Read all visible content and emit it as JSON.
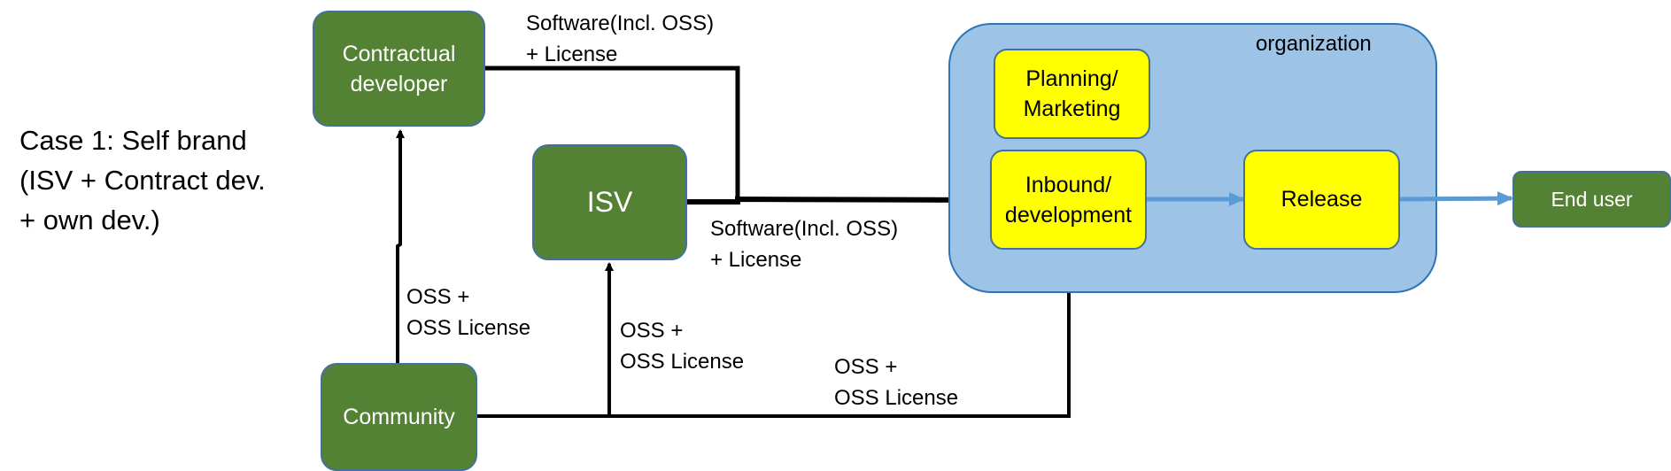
{
  "case_title": "Case 1: Self brand\n(ISV + Contract dev.\n+ own dev.)",
  "nodes": {
    "contractual_developer": "Contractual\ndeveloper",
    "isv": "ISV",
    "community": "Community",
    "organization": "organization",
    "planning_marketing": "Planning/\nMarketing",
    "inbound_development": "Inbound/\ndevelopment",
    "release": "Release",
    "end_user": "End user"
  },
  "edge_labels": {
    "contract_to_org": "Software(Incl. OSS)\n+ License",
    "isv_to_org": "Software(Incl. OSS)\n+ License",
    "community_to_contract": "OSS +\nOSS License",
    "community_to_isv": "OSS +\nOSS License",
    "community_to_org": "OSS +\nOSS License"
  },
  "colors": {
    "external_party": "#548235",
    "internal_step": "#ffff00",
    "organization": "#9dc3e6",
    "border": "#41719c",
    "flow_arrow": "#5b9bd5",
    "supply_arrow": "#000000"
  }
}
